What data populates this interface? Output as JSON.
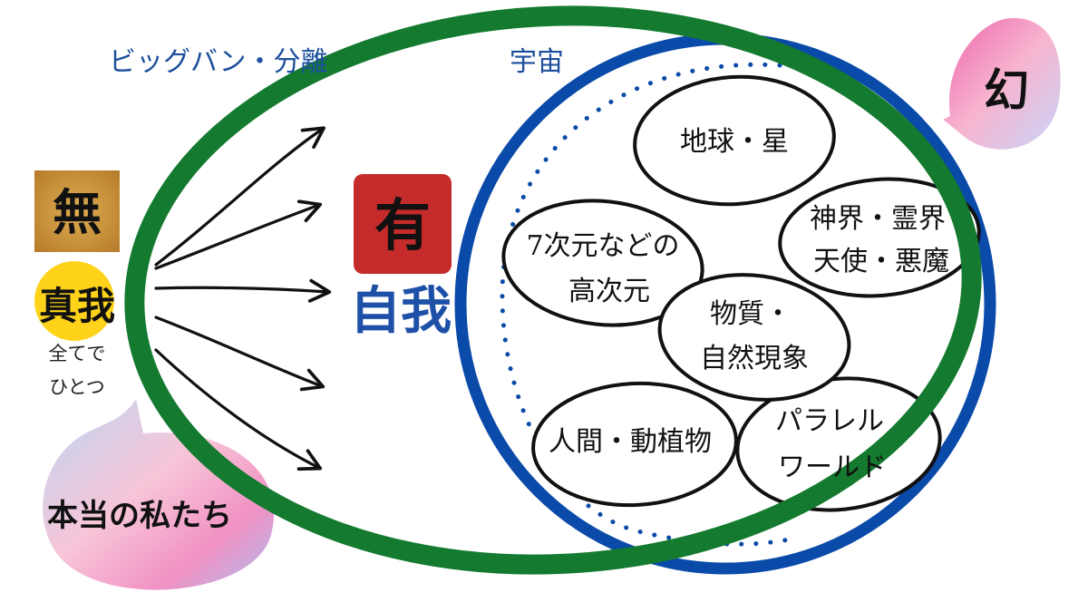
{
  "labels": {
    "big_bang": "ビッグバン・分離",
    "universe": "宇宙",
    "maboroshi": "幻",
    "nothing": "無",
    "true_self": "真我",
    "all_one_line1": "全てで",
    "all_one_line2": "ひとつ",
    "real_us": "本当の私たち",
    "being": "有",
    "ego": "自我"
  },
  "realms": {
    "earth_stars": "地球・星",
    "higher_dim_line1": "7次元などの",
    "higher_dim_line2": "高次元",
    "divine_line1": "神界・霊界",
    "divine_line2": "天使・悪魔",
    "matter_line1": "物質・",
    "matter_line2": "自然現象",
    "humans": "人間・動植物",
    "parallel_line1": "パラレル",
    "parallel_line2": "ワールド"
  },
  "colors": {
    "green_ring": "#137a2f",
    "blue_ring": "#0a4aa8",
    "label_blue": "#1d4f9c",
    "nothing_bg": "#c8933a",
    "true_self_bg": "#ffd31a",
    "being_bg": "#c62b2b",
    "ego_text": "#1e50a8"
  }
}
